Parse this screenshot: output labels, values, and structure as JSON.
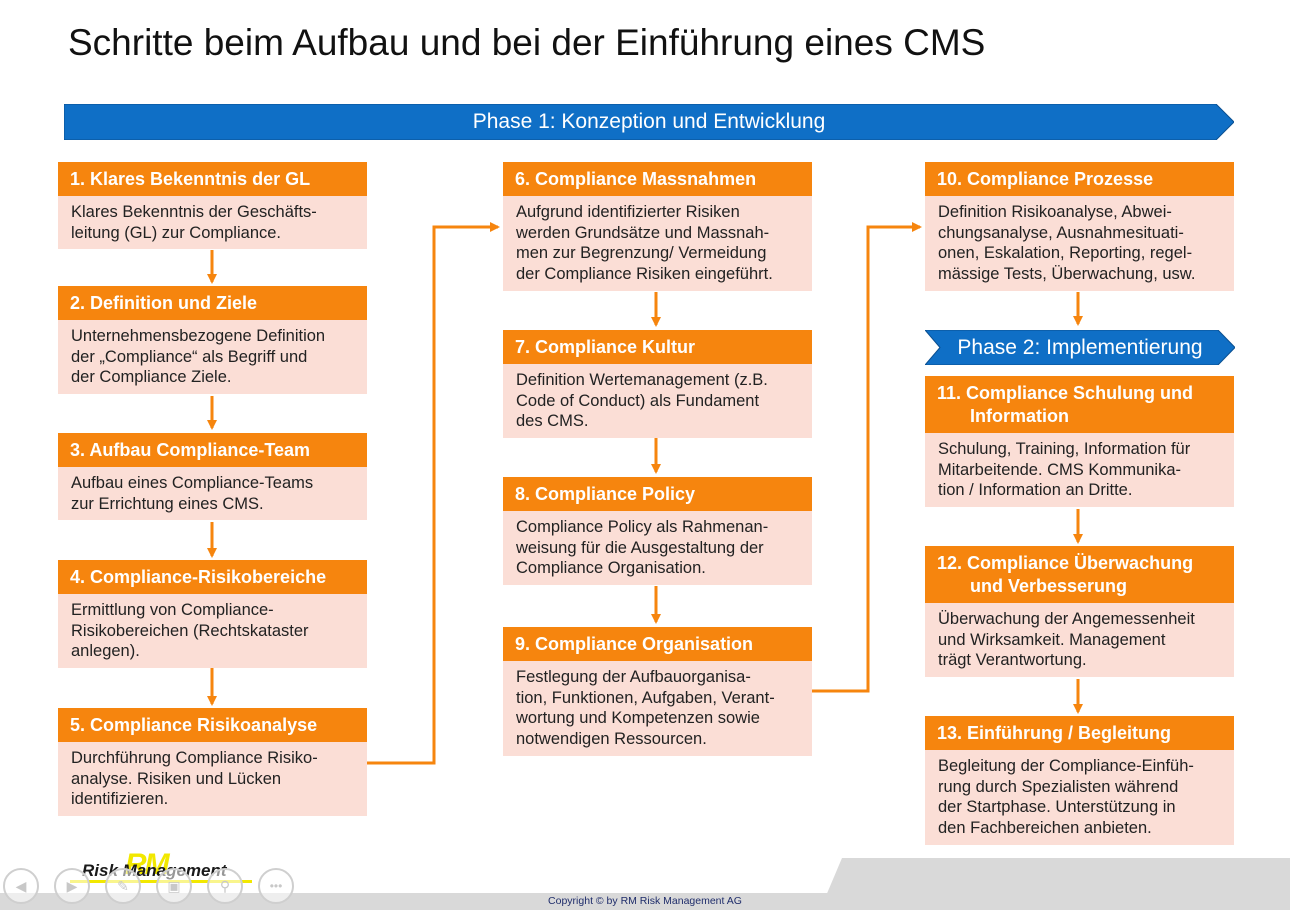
{
  "title": "Schritte beim Aufbau und bei der Einführung eines CMS",
  "phase1_label": "Phase 1: Konzeption und Entwicklung",
  "phase2_label": "Phase 2: Implementierung",
  "steps": [
    {
      "title": "1. Klares Bekenntnis der GL",
      "lines": [
        "Klares Bekenntnis der Geschäfts-",
        "leitung (GL) zur Compliance."
      ]
    },
    {
      "title": "2. Definition und Ziele",
      "lines": [
        "Unternehmensbezogene Definition",
        "der „Compliance“ als Begriff und",
        "der Compliance Ziele."
      ]
    },
    {
      "title": "3. Aufbau Compliance-Team",
      "lines": [
        "Aufbau eines Compliance-Teams",
        "zur Errichtung eines CMS."
      ]
    },
    {
      "title": "4. Compliance-Risikobereiche",
      "lines": [
        "Ermittlung von Compliance-",
        "Risikobereichen (Rechtskataster",
        "anlegen)."
      ]
    },
    {
      "title": "5. Compliance Risikoanalyse",
      "lines": [
        "Durchführung Compliance Risiko-",
        "analyse. Risiken und Lücken",
        "identifizieren."
      ]
    },
    {
      "title": "6. Compliance Massnahmen",
      "lines": [
        "Aufgrund identifizierter Risiken",
        "werden Grundsätze und Massnah-",
        "men zur Begrenzung/ Vermeidung",
        "der Compliance Risiken eingeführt."
      ]
    },
    {
      "title": "7. Compliance Kultur",
      "lines": [
        "Definition Wertemanagement (z.B.",
        "Code of Conduct) als Fundament",
        "des CMS."
      ]
    },
    {
      "title": "8. Compliance Policy",
      "lines": [
        "Compliance Policy als Rahmenan-",
        "weisung für die Ausgestaltung der",
        "Compliance Organisation."
      ]
    },
    {
      "title": "9. Compliance Organisation",
      "lines": [
        "Festlegung der Aufbauorganisa-",
        "tion, Funktionen, Aufgaben, Verant-",
        "wortung und Kompetenzen sowie",
        "notwendigen Ressourcen."
      ]
    },
    {
      "title": "10. Compliance Prozesse",
      "lines": [
        "Definition Risikoanalyse, Abwei-",
        "chungsanalyse, Ausnahmesituati-",
        "onen, Eskalation, Reporting, regel-",
        "mässige Tests, Überwachung, usw."
      ]
    },
    {
      "title": "11. Compliance Schulung und",
      "title2": "Information",
      "lines": [
        "Schulung, Training, Information für",
        "Mitarbeitende. CMS Kommunika-",
        "tion / Information an Dritte."
      ]
    },
    {
      "title": "12. Compliance Überwachung",
      "title2": "und Verbesserung",
      "lines": [
        "Überwachung der Angemessenheit",
        "und Wirksamkeit. Management",
        "trägt Verantwortung."
      ]
    },
    {
      "title": "13. Einführung / Begleitung",
      "lines": [
        "Begleitung der Compliance-Einfüh-",
        "rung durch Spezialisten während",
        "der Startphase. Unterstützung in",
        "den Fachbereichen anbieten."
      ]
    }
  ],
  "logo": {
    "mark": "RM",
    "text": "Risk Management"
  },
  "copyright": "Copyright © by RM Risk Management AG",
  "colors": {
    "accent_orange": "#f6850e",
    "box_body": "#fbded6",
    "phase_blue": "#0f6fc6",
    "logo_yellow": "#f2e800"
  },
  "nav_icons": [
    "back-icon",
    "forward-icon",
    "pen-icon",
    "slides-icon",
    "zoom-icon",
    "more-icon"
  ]
}
